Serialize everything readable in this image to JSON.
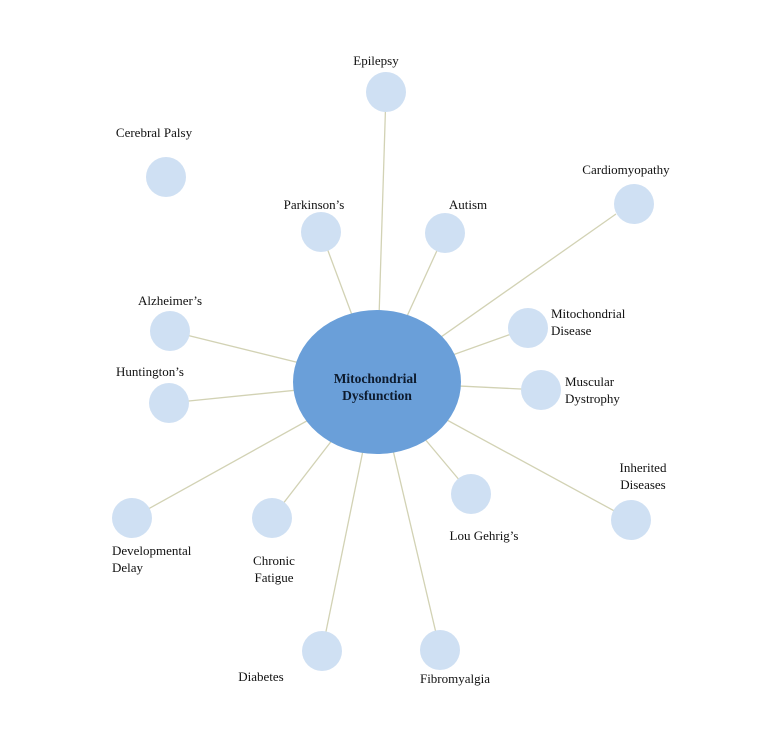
{
  "center": {
    "lines": [
      "Mitochondrial",
      "Dysfunction"
    ]
  },
  "nodes": [
    {
      "id": "epilepsy",
      "lines": [
        "Epilepsy"
      ]
    },
    {
      "id": "cerebral-palsy",
      "lines": [
        "Cerebral Palsy"
      ]
    },
    {
      "id": "cardiomyopathy",
      "lines": [
        "Cardiomyopathy"
      ]
    },
    {
      "id": "parkinsons",
      "lines": [
        "Parkinson’s"
      ]
    },
    {
      "id": "autism",
      "lines": [
        "Autism"
      ]
    },
    {
      "id": "alzheimers",
      "lines": [
        "Alzheimer’s"
      ]
    },
    {
      "id": "mitochondrial-disease",
      "lines": [
        "Mitochondrial",
        "Disease"
      ]
    },
    {
      "id": "huntingtons",
      "lines": [
        "Huntington’s"
      ]
    },
    {
      "id": "muscular-dystrophy",
      "lines": [
        "Muscular",
        "Dystrophy"
      ]
    },
    {
      "id": "inherited-diseases",
      "lines": [
        "Inherited",
        "Diseases"
      ]
    },
    {
      "id": "lou-gehrigs",
      "lines": [
        "Lou Gehrig’s"
      ]
    },
    {
      "id": "developmental-delay",
      "lines": [
        "Developmental",
        "Delay"
      ]
    },
    {
      "id": "chronic-fatigue",
      "lines": [
        "Chronic",
        "Fatigue"
      ]
    },
    {
      "id": "diabetes",
      "lines": [
        "Diabetes"
      ]
    },
    {
      "id": "fibromyalgia",
      "lines": [
        "Fibromyalgia"
      ]
    }
  ]
}
